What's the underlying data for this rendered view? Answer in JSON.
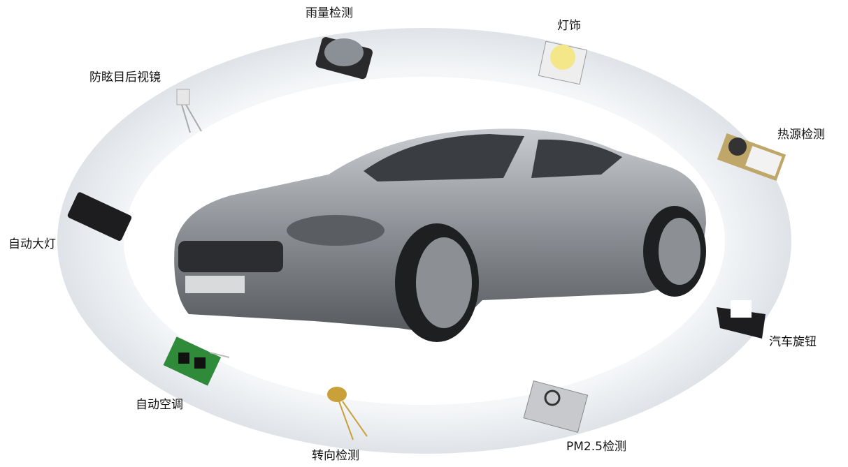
{
  "title_center": "",
  "applications": [
    {
      "label": "雨量检测",
      "icon": "rain-sensor-icon"
    },
    {
      "label": "灯饰",
      "icon": "led-chip-icon"
    },
    {
      "label": "防眩目后视镜",
      "icon": "photodiode-icon"
    },
    {
      "label": "热源检测",
      "icon": "thermopile-sensor-icon"
    },
    {
      "label": "自动大灯",
      "icon": "light-sensor-icon"
    },
    {
      "label": "汽车旋钮",
      "icon": "slot-sensor-icon"
    },
    {
      "label": "自动空调",
      "icon": "pcb-sensor-icon"
    },
    {
      "label": "转向检测",
      "icon": "to-can-sensor-icon"
    },
    {
      "label": "PM2.5检测",
      "icon": "pm25-module-icon"
    }
  ],
  "colors": {
    "ring": "#e6e9ee",
    "car_body": "#8a8d92",
    "text": "#111111"
  }
}
